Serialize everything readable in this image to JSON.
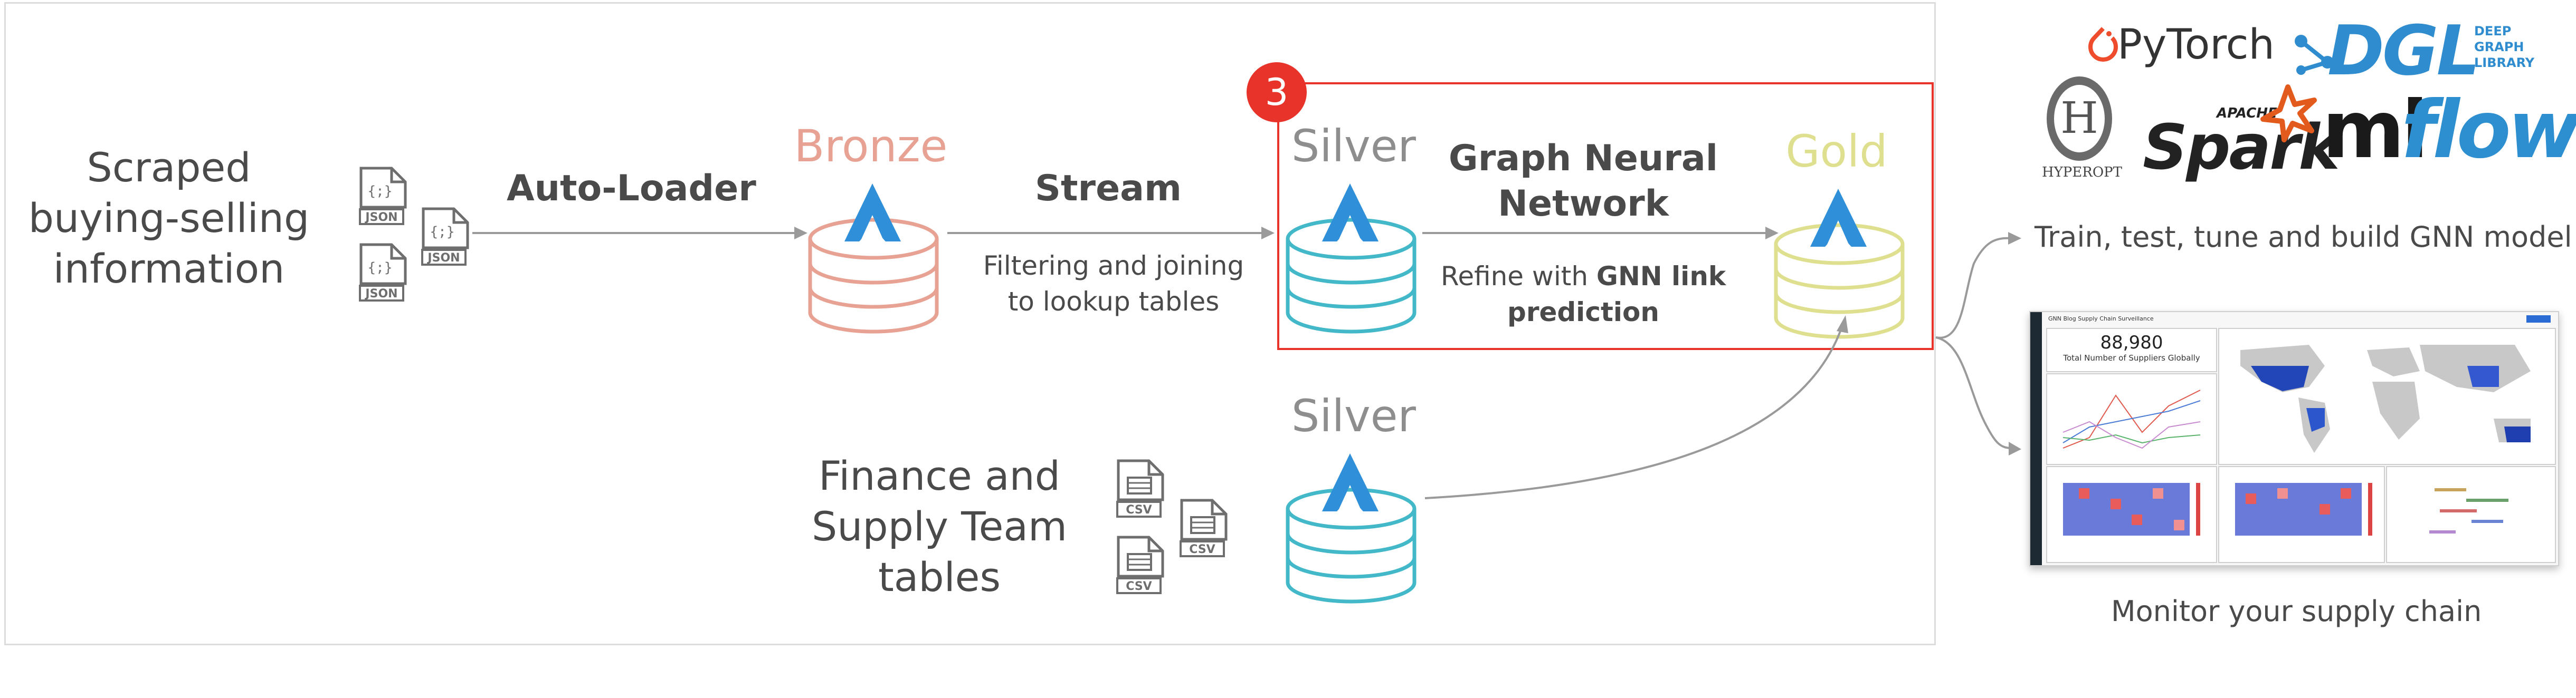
{
  "source": {
    "scraped_lines": [
      "Scraped",
      "buying-selling",
      "information"
    ],
    "json_label": "JSON",
    "finance_lines": [
      "Finance and",
      "Supply Team",
      "tables"
    ],
    "csv_label": "CSV"
  },
  "steps": {
    "autoloader": "Auto-Loader",
    "stream_title": "Stream",
    "stream_desc_lines": [
      "Filtering and joining",
      "to lookup tables"
    ],
    "gnn_title_lines": [
      "Graph Neural",
      "Network"
    ],
    "gnn_desc_line1_prefix": "Refine with ",
    "gnn_desc_line1_bold": "GNN link",
    "gnn_desc_line2_bold": "prediction",
    "step_number": "3"
  },
  "tables": {
    "bronze": "Bronze",
    "silver_top": "Silver",
    "gold": "Gold",
    "silver_bottom": "Silver"
  },
  "logos": {
    "pytorch": "PyTorch",
    "dgl": "DGL",
    "dgl_sub_lines": [
      "DEEP",
      "GRAPH",
      "LIBRARY"
    ],
    "hyperopt": "HYPEROPT",
    "apache": "APACHE",
    "spark": "Spark",
    "mlflow_ml": "ml",
    "mlflow_flow": "flow"
  },
  "outputs": {
    "train": "Train, test, tune and build GNN model",
    "monitor": "Monitor your supply chain"
  },
  "dashboard": {
    "title": "GNN Blog Supply Chain Surveillance",
    "kpi_value": "88,980",
    "kpi_label": "Total Number of Suppliers Globally"
  },
  "colors": {
    "bronze": "#e8a293",
    "silver": "#43b8c9",
    "gold": "#dfe08f",
    "delta_blue": "#2f8fd8",
    "step_red": "#e8332a",
    "arrow_gray": "#9a9a9a",
    "pytorch": "#ee4c2c",
    "dgl_blue": "#2f8ccf",
    "spark_orange": "#e25a1c"
  }
}
